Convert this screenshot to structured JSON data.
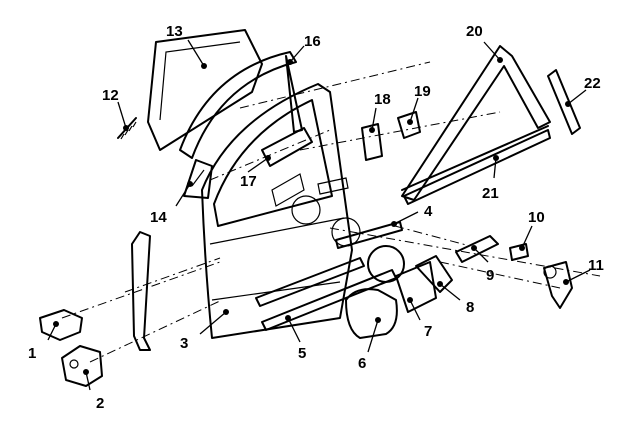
{
  "callouts": [
    {
      "label": "1"
    },
    {
      "label": "2"
    },
    {
      "label": "3"
    },
    {
      "label": "4"
    },
    {
      "label": "5"
    },
    {
      "label": "6"
    },
    {
      "label": "7"
    },
    {
      "label": "8"
    },
    {
      "label": "9"
    },
    {
      "label": "10"
    },
    {
      "label": "11"
    },
    {
      "label": "12"
    },
    {
      "label": "13"
    },
    {
      "label": "14"
    },
    {
      "label": "16"
    },
    {
      "label": "17"
    },
    {
      "label": "18"
    },
    {
      "label": "19"
    },
    {
      "label": "20"
    },
    {
      "label": "21"
    },
    {
      "label": "22"
    }
  ]
}
